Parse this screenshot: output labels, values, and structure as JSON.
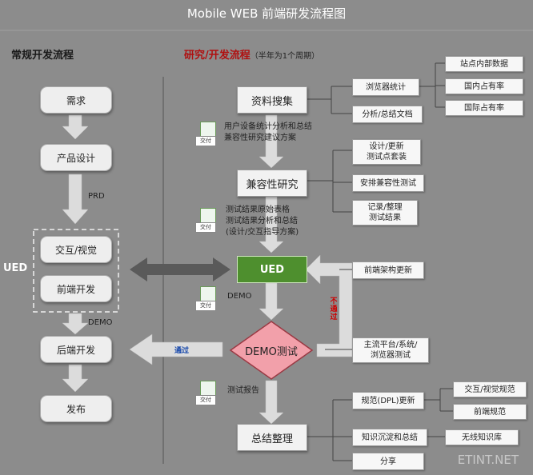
{
  "title": "Mobile WEB 前端研发流程图",
  "left": {
    "heading": "常规开发流程",
    "side_label": "UED",
    "steps": [
      "需求",
      "产品设计",
      "交互/视觉",
      "前端开发",
      "后端开发",
      "发布"
    ],
    "prd_label": "PRD",
    "demo_label": "DEMO"
  },
  "right": {
    "heading": "研究/开发流程",
    "heading_note": "（半年为1个周期）",
    "steps": {
      "research": "资料搜集",
      "compat": "兼容性研究",
      "ued": "UED",
      "demo_test": "DEMO测试",
      "summary": "总结整理"
    },
    "doc_tag": "交付",
    "notes": {
      "n1": [
        "用户设备统计分析和总结",
        "兼容性研究建议方案"
      ],
      "n2": [
        "测试结果原始表格",
        "测试结果分析和总结",
        "(设计/交互指导方案)"
      ],
      "n3": [
        "DEMO"
      ],
      "n4": [
        "测试报告"
      ]
    },
    "pass_label": "通过",
    "fail_label": "不通过",
    "side_boxes": {
      "browser_stats": "浏览器统计",
      "site_data": "站点内部数据",
      "domestic_share": "国内占有率",
      "intl_share": "国际占有率",
      "analysis_docs": "分析/总结文档",
      "design_update": [
        "设计/更新",
        "测试点套装"
      ],
      "arrange_test": "安排兼容性测试",
      "record": [
        "记录/整理",
        "测试结果"
      ],
      "fe_arch_update": "前端架构更新",
      "platform_test": [
        "主流平台/系统/",
        "浏览器测试"
      ],
      "spec_update": "规范(DPL)更新",
      "ui_spec": "交互/视觉规范",
      "fe_spec": "前端规范",
      "knowledge": "知识沉淀和总结",
      "wireless_kb": "无线知识库",
      "share": "分享"
    }
  },
  "watermark": "ETINT.NET",
  "colors": {
    "background": "#8c8c8c",
    "ued_green": "#4e8f2e",
    "demo_pink": "#f2a0aa",
    "heading_red": "#b01010"
  }
}
